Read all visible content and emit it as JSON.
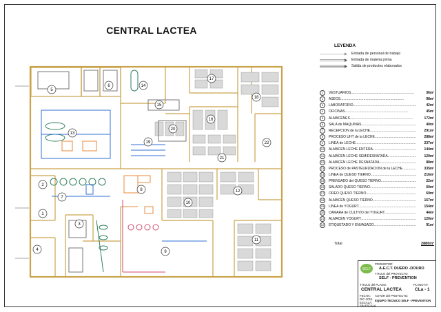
{
  "title": "CENTRAL LACTEA",
  "legend": {
    "heading": "LEYENDA",
    "items": [
      {
        "label": "Entrada de personal de trabajo",
        "color": "#888888"
      },
      {
        "label": "Entrada de materia prima",
        "color": "#555555"
      },
      {
        "label": "Salida de productos elaborados",
        "color": "#555555"
      }
    ]
  },
  "areas": [
    {
      "num": "1",
      "name": "VESTUARIOS",
      "value": "36m²"
    },
    {
      "num": "2",
      "name": "ASEOS",
      "value": "98m²"
    },
    {
      "num": "3",
      "name": "LABORATORIO",
      "value": "42m²"
    },
    {
      "num": "4",
      "name": "OFICINAS",
      "value": "45m²"
    },
    {
      "num": "5",
      "name": "ALMACENES",
      "value": "172m²"
    },
    {
      "num": "6",
      "name": "SALA de MÁQUINAS",
      "value": "40m²"
    },
    {
      "num": "7",
      "name": "RECEPCIÓN de la LECHE",
      "value": "291m²"
    },
    {
      "num": "8",
      "name": "PROCESO UHT de la LECHE",
      "value": "288m²"
    },
    {
      "num": "9",
      "name": "LINEA de LECHE",
      "value": "237m²"
    },
    {
      "num": "10",
      "name": "ALMACEN LECHE ENTERA",
      "value": "144m²"
    },
    {
      "num": "11",
      "name": "ALMACEN LECHE SEMIDESNATADA",
      "value": "120m²"
    },
    {
      "num": "12",
      "name": "ALMACEN LECHE DESNATADA",
      "value": "88m²"
    },
    {
      "num": "13",
      "name": "PROCESO de PASTEURIZACIÓN de la LECHE",
      "value": "335m²"
    },
    {
      "num": "14",
      "name": "LINEA de QUESO TIERNO",
      "value": "216m²"
    },
    {
      "num": "15",
      "name": "PRENSADO del QUESO TIERNO",
      "value": "22m²"
    },
    {
      "num": "16",
      "name": "SALADO QUESO TIERNO",
      "value": "60m²"
    },
    {
      "num": "17",
      "name": "OREO QUESO TIERNO",
      "value": "60m²"
    },
    {
      "num": "18",
      "name": "ALMACEN QUESO TIERNO",
      "value": "157m²"
    },
    {
      "num": "19",
      "name": "LINEA de YOGURT",
      "value": "154m²"
    },
    {
      "num": "20",
      "name": "CAMARA de CULTIVO del YOGURT",
      "value": "44m²"
    },
    {
      "num": "21",
      "name": "ALMACEN YOGURT",
      "value": "120m²"
    },
    {
      "num": "22",
      "name": "ETIQUETADO Y ENVASADO",
      "value": "91m²"
    }
  ],
  "total": {
    "label": "Total",
    "value": "2880m²"
  },
  "title_block": {
    "promotor_label": "PROMOTOR:",
    "promotor": "A.E.C.T. DUERO -DOURO",
    "project_label": "TITULO del PROYECTO:",
    "project": "SELF - PREVENTION",
    "plan_title_label": "TITULO del PLANO:",
    "plan_title": "CENTRAL LACTEA",
    "plan_no_label": "PLANO Nº:",
    "plan_no": "CLa - 1",
    "author_label": "AUTOR del PROYECTO:",
    "author": "EQUIPO TECNICO SELF - PREVENTION",
    "fecha_label": "FECHA:",
    "fecha": "DIC-2016",
    "escala_label": "ESCALA:",
    "escala": "SIN ESCALA"
  },
  "rooms": [
    "1",
    "2",
    "3",
    "4",
    "5",
    "6",
    "7",
    "8",
    "9",
    "10",
    "11",
    "12",
    "13",
    "14",
    "15",
    "16",
    "17",
    "18",
    "19",
    "20",
    "21",
    "22"
  ]
}
